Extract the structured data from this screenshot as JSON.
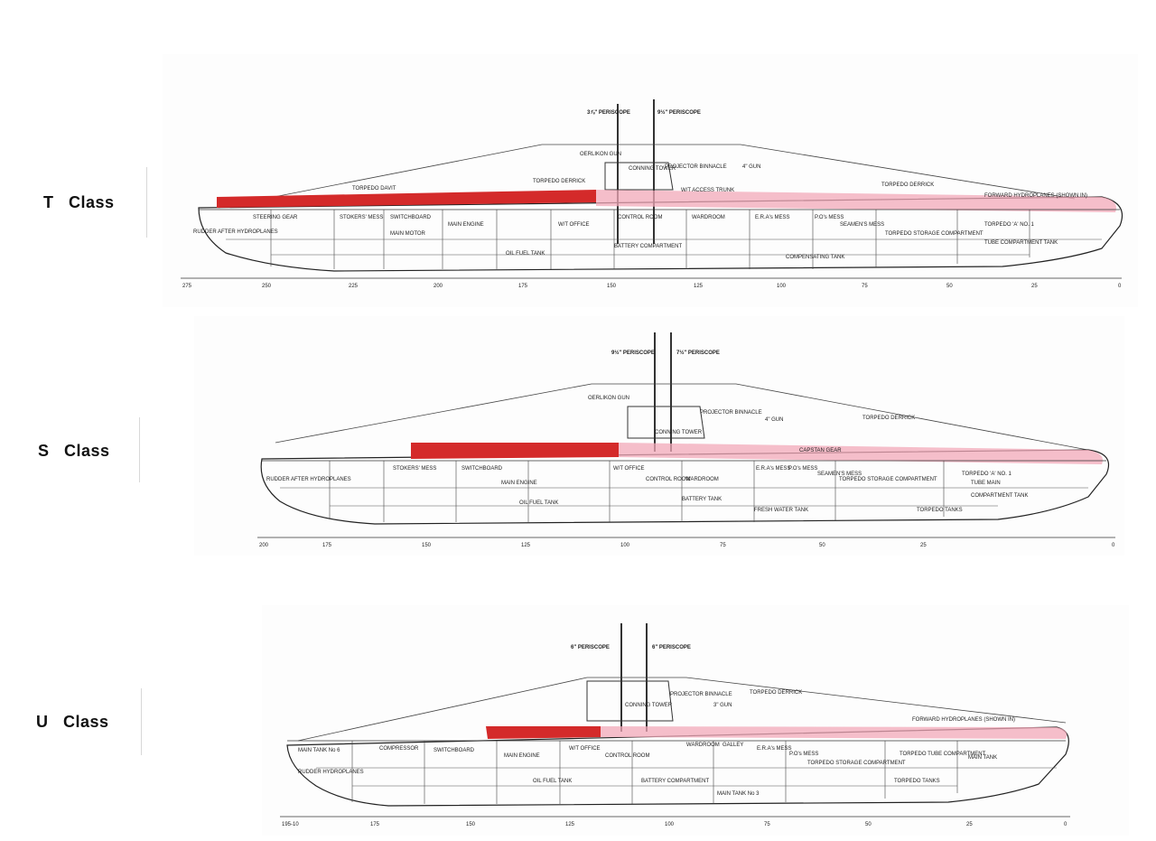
{
  "classes": [
    {
      "name": "T   Class",
      "periscopes": [
        "3⅞\" PERISCOPE",
        "9½\" PERISCOPE"
      ],
      "scale": [
        "275",
        "250",
        "225",
        "200",
        "175",
        "150",
        "125",
        "100",
        "75",
        "50",
        "25",
        "0"
      ],
      "labels": [
        "TORPEDO DAVIT",
        "TORPEDO DERRICK",
        "OERLIKON GUN",
        "CONNING TOWER",
        "PROJECTOR BINNACLE",
        "4\" GUN",
        "W/T ACCESS TRUNK",
        "TORPEDO DERRICK",
        "STEERING GEAR",
        "STOKERS' MESS",
        "SWITCHBOARD",
        "MAIN MOTOR",
        "MAIN ENGINE",
        "W/T OFFICE",
        "CONTROL ROOM",
        "WARDROOM",
        "E.R.A's MESS",
        "P.O's MESS",
        "SEAMEN'S MESS",
        "TORPEDO STORAGE COMPARTMENT",
        "FORWARD HYDROPLANES (SHOWN IN)",
        "TORPEDO 'A' NO. 1",
        "TUBE COMPARTMENT TANK",
        "RUDDER AFTER HYDROPLANES",
        "OIL FUEL TANK",
        "BATTERY COMPARTMENT",
        "COMPENSATING TANK"
      ]
    },
    {
      "name": "S   Class",
      "periscopes": [
        "9½\" PERISCOPE",
        "7½\" PERISCOPE"
      ],
      "scale": [
        "200",
        "175",
        "150",
        "125",
        "100",
        "75",
        "50",
        "25",
        "0"
      ],
      "labels": [
        "OERLIKON GUN",
        "PROJECTOR BINNACLE",
        "4\" GUN",
        "TORPEDO DERRICK",
        "CONNING TOWER",
        "CAPSTAN GEAR",
        "STOKERS' MESS",
        "SWITCHBOARD",
        "MAIN ENGINE",
        "W/T OFFICE",
        "CONTROL ROOM",
        "WARDROOM",
        "E.R.A's MESS",
        "P.O's MESS",
        "SEAMEN'S MESS",
        "TORPEDO STORAGE COMPARTMENT",
        "TORPEDO 'A' NO. 1",
        "TUBE MAIN",
        "COMPARTMENT TANK",
        "TORPEDO TANKS",
        "RUDDER AFTER HYDROPLANES",
        "OIL FUEL TANK",
        "BATTERY TANK",
        "FRESH WATER TANK"
      ]
    },
    {
      "name": "U   Class",
      "periscopes": [
        "6\" PERISCOPE",
        "6\" PERISCOPE"
      ],
      "scale": [
        "195-10",
        "175",
        "150",
        "125",
        "100",
        "75",
        "50",
        "25",
        "0"
      ],
      "labels": [
        "PROJECTOR BINNACLE",
        "3\" GUN",
        "TORPEDO DERRICK",
        "CONNING TOWER",
        "FORWARD HYDROPLANES (SHOWN IN)",
        "MAIN TANK No 6",
        "COMPRESSOR",
        "SWITCHBOARD",
        "MAIN ENGINE",
        "W/T OFFICE",
        "CONTROL ROOM",
        "WARDROOM",
        "GALLEY",
        "E.R.A's MESS",
        "P.O's MESS",
        "TORPEDO STORAGE COMPARTMENT",
        "TORPEDO TUBE COMPARTMENT",
        "MAIN TANK",
        "TORPEDO TANKS",
        "RUDDER HYDROPLANES",
        "OIL FUEL TANK",
        "BATTERY COMPARTMENT",
        "MAIN TANK No 3"
      ]
    }
  ],
  "colors": {
    "highlight_dark": "#d42a2a",
    "highlight_light": "#f2a8b8",
    "ink": "#333333"
  }
}
